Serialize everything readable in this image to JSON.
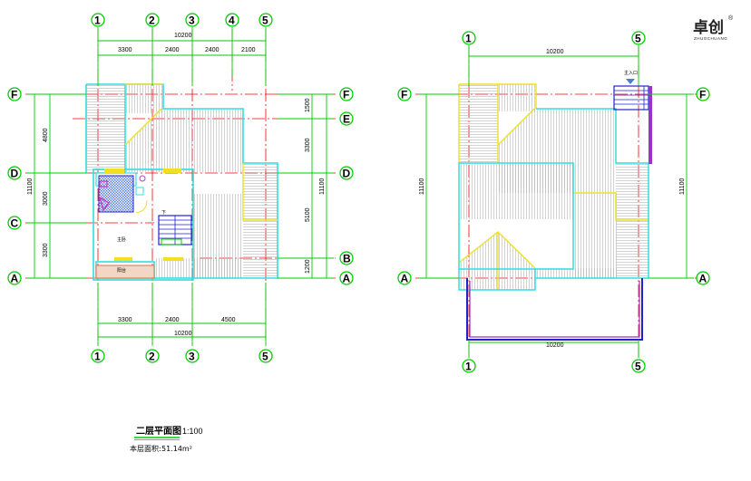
{
  "logo": {
    "name": "卓创",
    "sub": "ZHUOCHUANG",
    "mark": "®"
  },
  "left_plan": {
    "top_axes": [
      "1",
      "2",
      "3",
      "4",
      "5"
    ],
    "top_total": "10200",
    "top_segments": [
      "3300",
      "2400",
      "2400",
      "2100"
    ],
    "bottom_axes": [
      "1",
      "2",
      "3",
      "5"
    ],
    "bottom_total": "10200",
    "bottom_segments": [
      "3300",
      "2400",
      "4500"
    ],
    "left_axes": [
      "F",
      "D",
      "C",
      "A"
    ],
    "right_axes": [
      "F",
      "E",
      "D",
      "B",
      "A"
    ],
    "left_outer": "11100",
    "left_segments": [
      "4800",
      "3000",
      "3300"
    ],
    "right_outer": "11100",
    "right_segments": [
      "1500",
      "3300",
      "5100",
      "1200"
    ],
    "rooms": {
      "bedroom": "主卧",
      "balcony": "阳台",
      "stair": "下"
    }
  },
  "right_plan": {
    "top_axes": [
      "1",
      "5"
    ],
    "top_total": "10200",
    "bottom_total": "10200",
    "bottom_axes": [
      "1",
      "5"
    ],
    "left_axes": [
      "F",
      "A"
    ],
    "right_axes": [
      "F",
      "A"
    ],
    "left_outer": "11100",
    "right_outer": "11100",
    "entrance": "主入口"
  },
  "caption": {
    "title": "二层平面图",
    "scale": "1:100",
    "area_label": "本层面积:",
    "area_value": "51.14m²"
  },
  "colors": {
    "axis_line": "#ff0000",
    "dim_line": "#00cc00",
    "wall_cyan": "#33dddd",
    "wall_yellow": "#f0e020",
    "roof_hatch": "#b0b0b0",
    "blue_edge": "#2222cc",
    "magenta": "#cc33cc"
  }
}
